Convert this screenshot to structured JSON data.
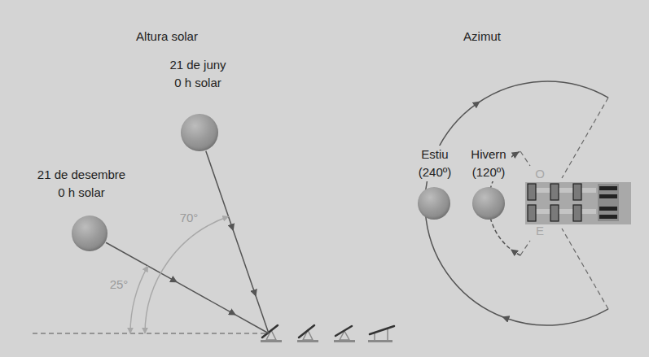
{
  "diagram": {
    "nodes": [
      {
        "text": [
          "21 de juny 0 h solar"
        ]
      },
      {
        "text": [
          "21 de desembre 0 h solar"
        ]
      },
      {
        "text": [
          "Estiu (240º)"
        ]
      },
      {
        "text": [
          "Hivern (120º)"
        ]
      }
    ],
    "labels": [
      "Altura solar",
      "Azimut",
      "70°",
      "25°",
      "O",
      "E"
    ]
  }
}
